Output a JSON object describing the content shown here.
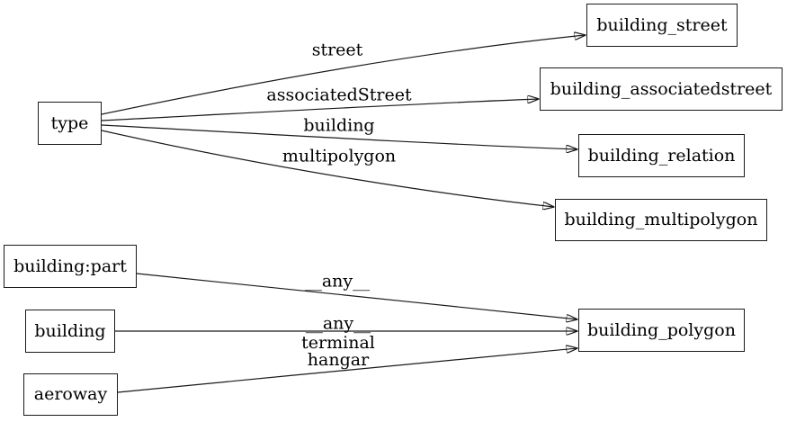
{
  "diagram": {
    "type": "directed-graph",
    "direction": "left-to-right",
    "colors": {
      "background": "#ffffff",
      "node_border": "#1a1a1a",
      "edge": "#1a1a1a",
      "text": "#000000"
    },
    "nodes": [
      {
        "id": "type",
        "label": "type"
      },
      {
        "id": "building_street",
        "label": "building_street"
      },
      {
        "id": "building_associatedstreet",
        "label": "building_associatedstreet"
      },
      {
        "id": "building_relation",
        "label": "building_relation"
      },
      {
        "id": "building_multipolygon",
        "label": "building_multipolygon"
      },
      {
        "id": "building:part",
        "label": "building:part"
      },
      {
        "id": "building",
        "label": "building"
      },
      {
        "id": "aeroway",
        "label": "aeroway"
      },
      {
        "id": "building_polygon",
        "label": "building_polygon"
      }
    ],
    "edges": [
      {
        "from": "type",
        "to": "building_street",
        "label": "street"
      },
      {
        "from": "type",
        "to": "building_associatedstreet",
        "label": "associatedStreet"
      },
      {
        "from": "type",
        "to": "building_relation",
        "label": "building"
      },
      {
        "from": "type",
        "to": "building_multipolygon",
        "label": "multipolygon"
      },
      {
        "from": "building:part",
        "to": "building_polygon",
        "label": "__any__"
      },
      {
        "from": "building",
        "to": "building_polygon",
        "label": "__any__"
      },
      {
        "from": "aeroway",
        "to": "building_polygon",
        "label": "terminal\nhangar"
      }
    ]
  }
}
